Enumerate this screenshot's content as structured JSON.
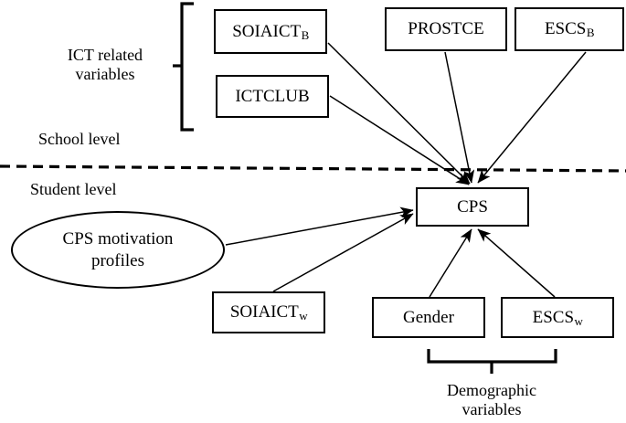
{
  "diagram": {
    "title_present": false,
    "colors": {
      "stroke": "#000000",
      "fill": "#ffffff",
      "text": "#000000"
    },
    "group_labels": {
      "ict_related_line1": "ICT related",
      "ict_related_line2": "variables",
      "school_level": "School level",
      "student_level": "Student level",
      "demographic_line1": "Demographic",
      "demographic_line2": "variables"
    },
    "nodes": {
      "soiaict_b": {
        "base": "SOIAICT",
        "sub": "B"
      },
      "ictclub": {
        "base": "ICTCLUB",
        "sub": ""
      },
      "prostce": {
        "base": "PROSTCE",
        "sub": ""
      },
      "escs_b": {
        "base": "ESCS",
        "sub": "B"
      },
      "cps": {
        "base": "CPS",
        "sub": ""
      },
      "cps_motivation": {
        "line1": "CPS motivation",
        "line2": "profiles"
      },
      "soiaict_w": {
        "base": "SOIAICT",
        "sub": "w"
      },
      "gender": {
        "base": "Gender",
        "sub": ""
      },
      "escs_w": {
        "base": "ESCS",
        "sub": "w"
      }
    }
  },
  "chart_data": {
    "type": "diagram",
    "title": "",
    "description": "Multilevel path diagram of predictors of CPS at school and student level",
    "levels": [
      "School level",
      "Student level"
    ],
    "level_divider": "dashed horizontal line",
    "groups": [
      {
        "label": "ICT related variables",
        "brace": "left",
        "members": [
          "SOIAICT_B",
          "ICTCLUB"
        ]
      },
      {
        "label": "Demographic variables",
        "brace": "bottom",
        "members": [
          "Gender",
          "ESCS_w"
        ]
      }
    ],
    "variables": [
      {
        "name": "SOIAICT_B",
        "shape": "rectangle",
        "level": "School level"
      },
      {
        "name": "ICTCLUB",
        "shape": "rectangle",
        "level": "School level"
      },
      {
        "name": "PROSTCE",
        "shape": "rectangle",
        "level": "School level"
      },
      {
        "name": "ESCS_B",
        "shape": "rectangle",
        "level": "School level"
      },
      {
        "name": "CPS",
        "shape": "rectangle",
        "level": "Student level"
      },
      {
        "name": "CPS motivation profiles",
        "shape": "ellipse",
        "level": "Student level"
      },
      {
        "name": "SOIAICT_w",
        "shape": "rectangle",
        "level": "Student level"
      },
      {
        "name": "Gender",
        "shape": "rectangle",
        "level": "Student level"
      },
      {
        "name": "ESCS_w",
        "shape": "rectangle",
        "level": "Student level"
      }
    ],
    "edges": [
      {
        "from": "SOIAICT_B",
        "to": "CPS",
        "arrow": "single"
      },
      {
        "from": "ICTCLUB",
        "to": "CPS",
        "arrow": "single"
      },
      {
        "from": "PROSTCE",
        "to": "CPS",
        "arrow": "single"
      },
      {
        "from": "ESCS_B",
        "to": "CPS",
        "arrow": "single"
      },
      {
        "from": "CPS motivation profiles",
        "to": "CPS",
        "arrow": "single"
      },
      {
        "from": "SOIAICT_w",
        "to": "CPS",
        "arrow": "single"
      },
      {
        "from": "Gender",
        "to": "CPS",
        "arrow": "single"
      },
      {
        "from": "ESCS_w",
        "to": "CPS",
        "arrow": "single"
      }
    ]
  }
}
